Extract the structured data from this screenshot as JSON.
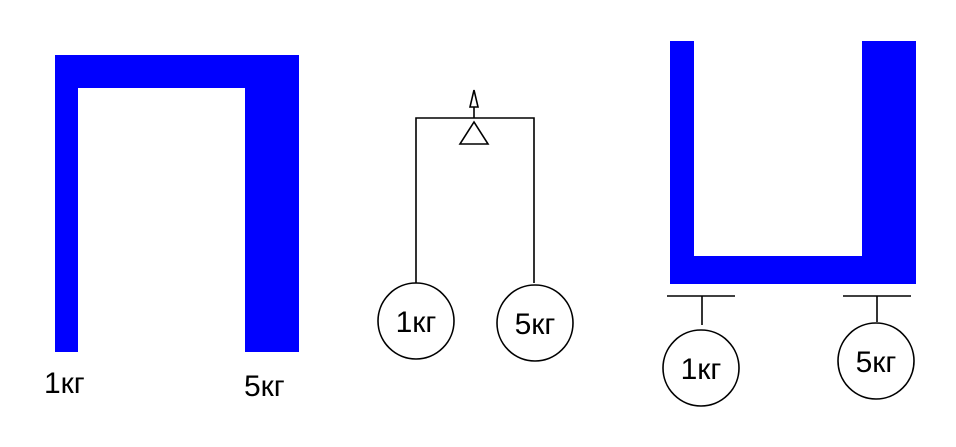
{
  "colors": {
    "beam": "#0000ff",
    "ink": "#000000",
    "background": "#ffffff"
  },
  "figure1": {
    "left_label": "1кг",
    "right_label": "5кг"
  },
  "figure2": {
    "left_weight": "1кг",
    "right_weight": "5кг"
  },
  "figure3": {
    "left_weight": "1кг",
    "right_weight": "5кг"
  }
}
